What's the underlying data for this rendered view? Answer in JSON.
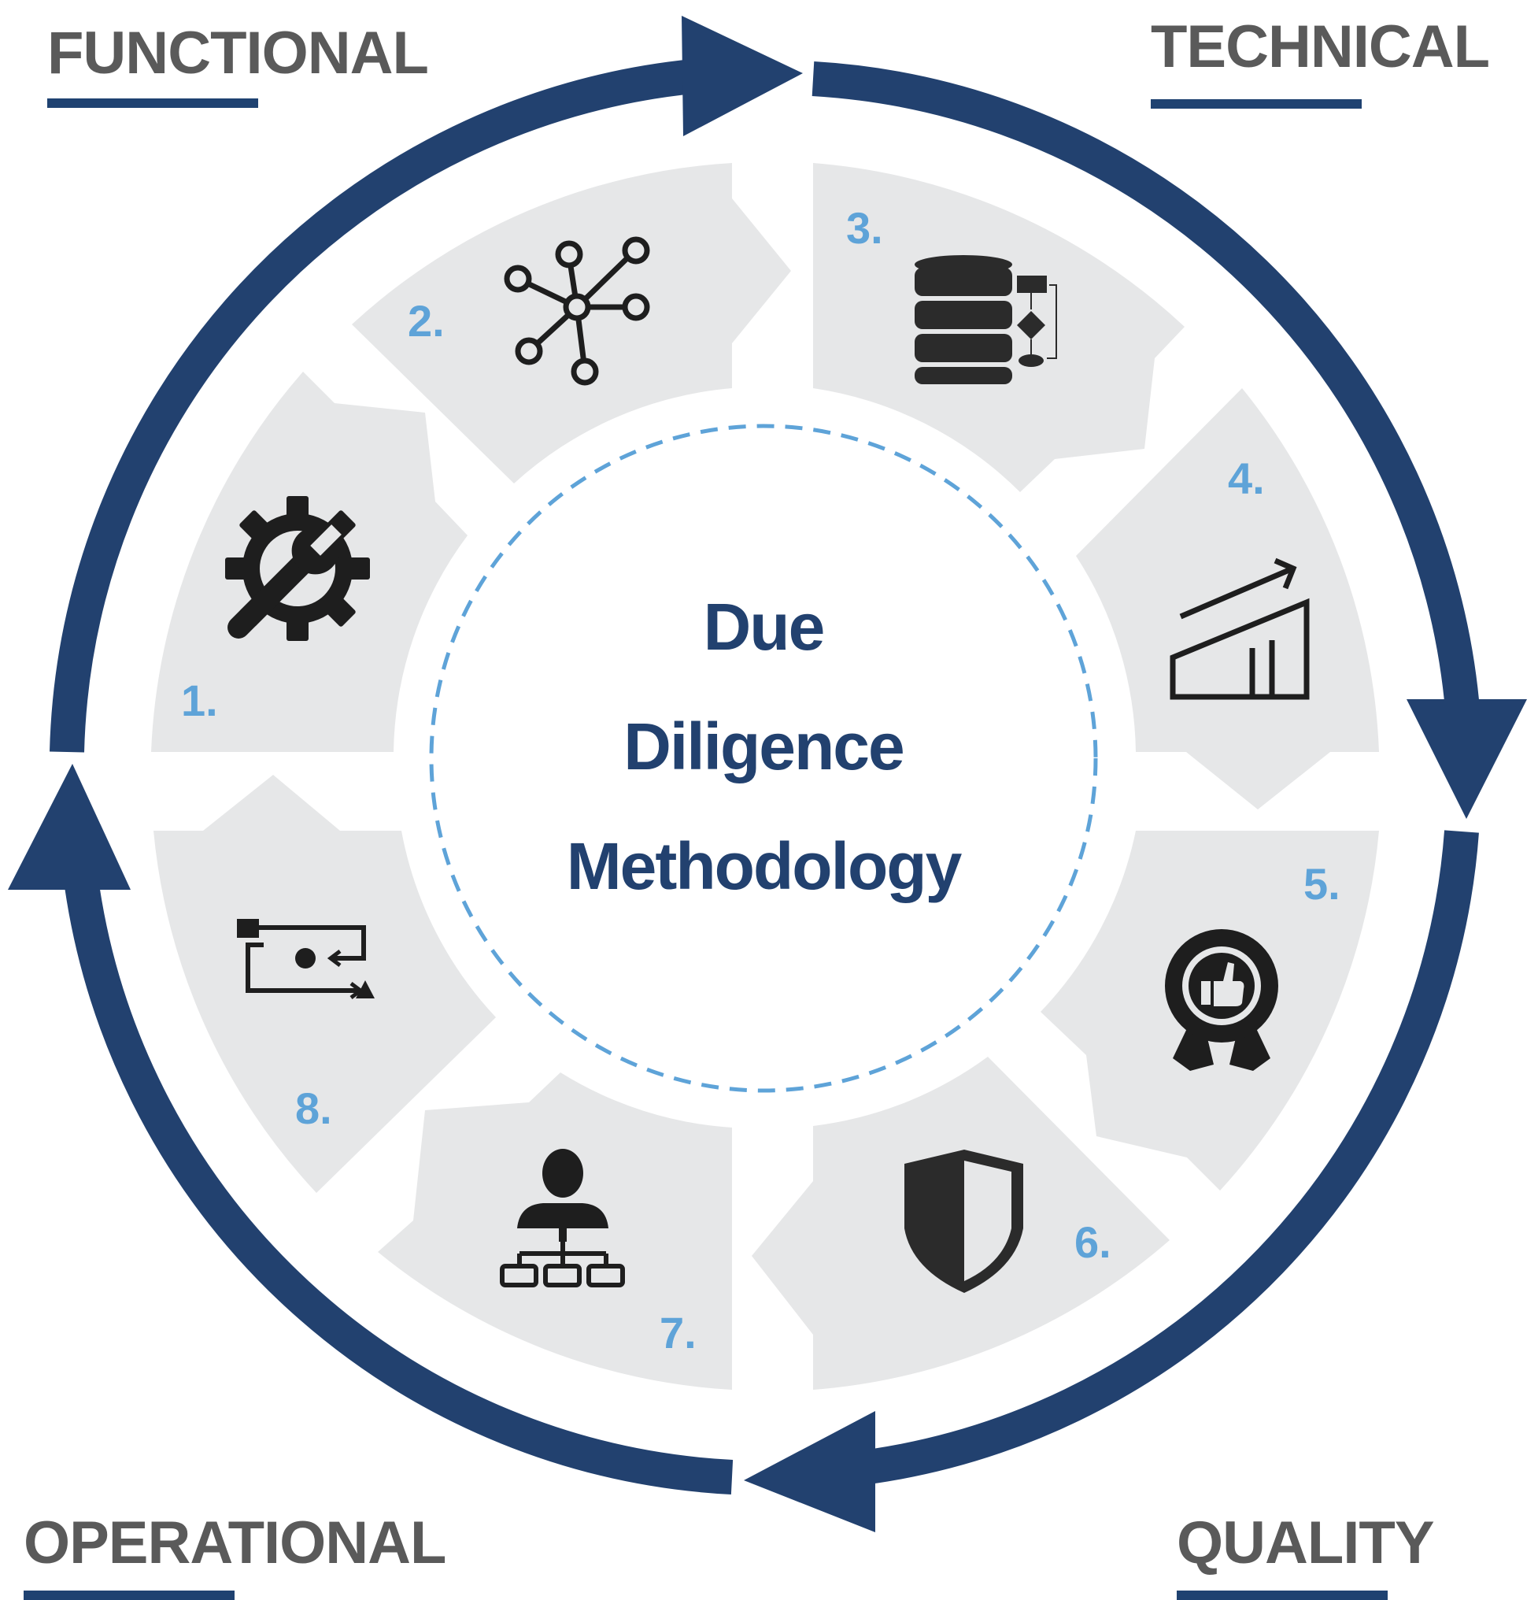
{
  "corners": {
    "functional": "FUNCTIONAL",
    "technical": "TECHNICAL",
    "operational": "OPERATIONAL",
    "quality": "QUALITY"
  },
  "center": {
    "line1": "Due",
    "line2": "Diligence",
    "line3": "Methodology"
  },
  "steps": [
    {
      "number": "1.",
      "icon": "gear-wrench-icon"
    },
    {
      "number": "2.",
      "icon": "network-nodes-icon"
    },
    {
      "number": "3.",
      "icon": "database-flowchart-icon"
    },
    {
      "number": "4.",
      "icon": "growth-chart-icon"
    },
    {
      "number": "5.",
      "icon": "quality-badge-icon"
    },
    {
      "number": "6.",
      "icon": "shield-icon"
    },
    {
      "number": "7.",
      "icon": "org-chart-person-icon"
    },
    {
      "number": "8.",
      "icon": "process-flow-icon"
    }
  ],
  "colors": {
    "ring": "#22416f",
    "segment": "#e6e7e8",
    "numbers": "#5ea3d8",
    "labels": "#5a5a5a",
    "icons": "#1e1e1e",
    "dashed": "#5ea3d8"
  }
}
